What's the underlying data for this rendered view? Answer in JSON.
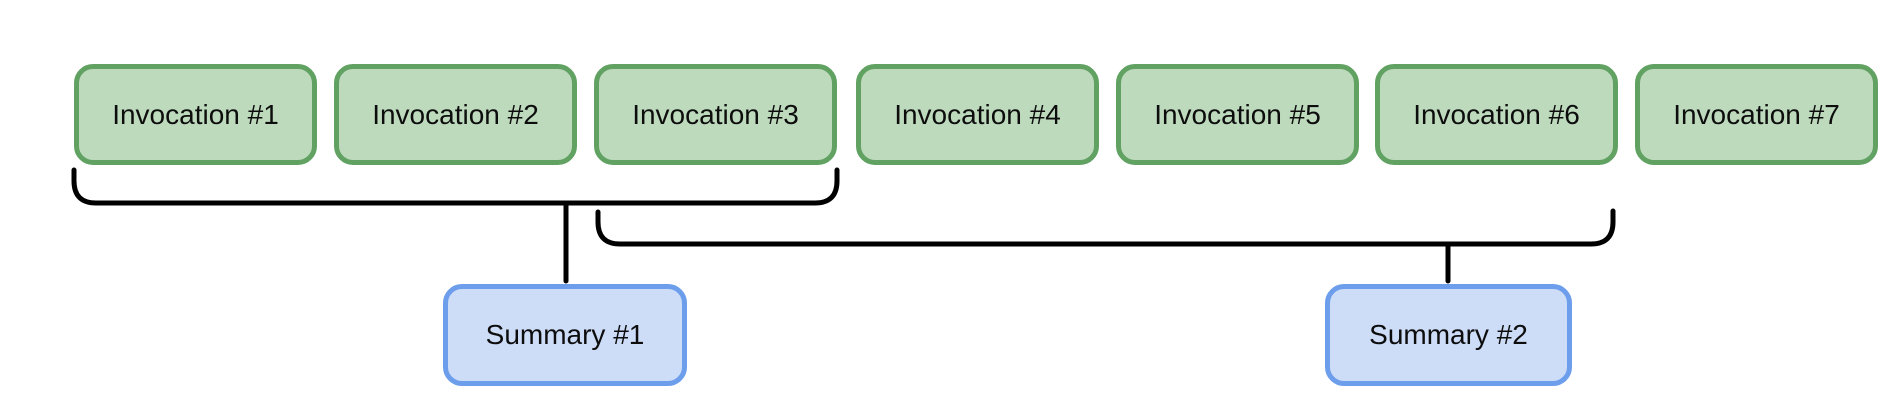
{
  "diagram": {
    "invocations": [
      {
        "label": "Invocation #1"
      },
      {
        "label": "Invocation #2"
      },
      {
        "label": "Invocation #3"
      },
      {
        "label": "Invocation #4"
      },
      {
        "label": "Invocation #5"
      },
      {
        "label": "Invocation #6"
      },
      {
        "label": "Invocation #7"
      }
    ],
    "summaries": [
      {
        "label": "Summary #1"
      },
      {
        "label": "Summary #2"
      }
    ],
    "groups": [
      {
        "summary": "Summary #1",
        "covers": [
          "Invocation #1",
          "Invocation #2",
          "Invocation #3"
        ]
      },
      {
        "summary": "Summary #2",
        "covers": [
          "Invocation #3",
          "Invocation #4",
          "Invocation #5",
          "Invocation #6"
        ]
      }
    ],
    "colors": {
      "invocation_fill": "#bddabd",
      "invocation_border": "#61a263",
      "summary_fill": "#cddcf7",
      "summary_border": "#6d9eeb",
      "connector": "#000000",
      "background": "#ffffff"
    }
  }
}
